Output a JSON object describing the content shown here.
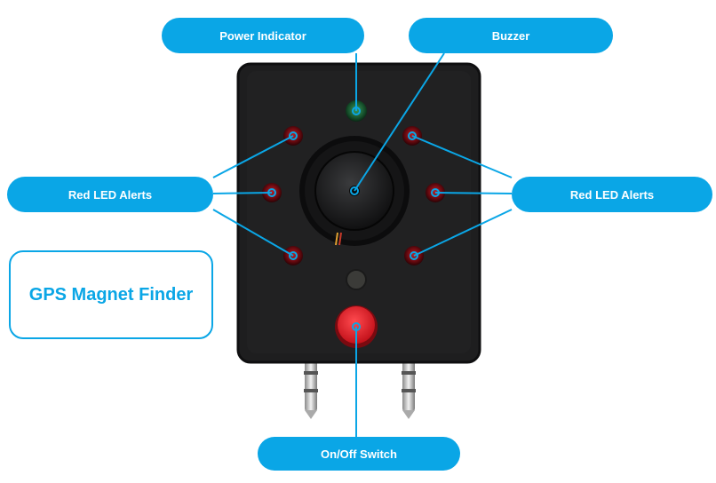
{
  "labels": {
    "power_indicator": "Power Indicator",
    "buzzer": "Buzzer",
    "red_led_left": "Red LED Alerts",
    "red_led_right": "Red LED Alerts",
    "switch": "On/Off Switch"
  },
  "product_name": "GPS Magnet Finder",
  "colors": {
    "accent": "#0aa6e6",
    "device_body": "#1e1e1f",
    "led_red": "#7a0c12",
    "led_green": "#1f6b3a",
    "button_red": "#e01f2a",
    "background": "#ffffff"
  }
}
